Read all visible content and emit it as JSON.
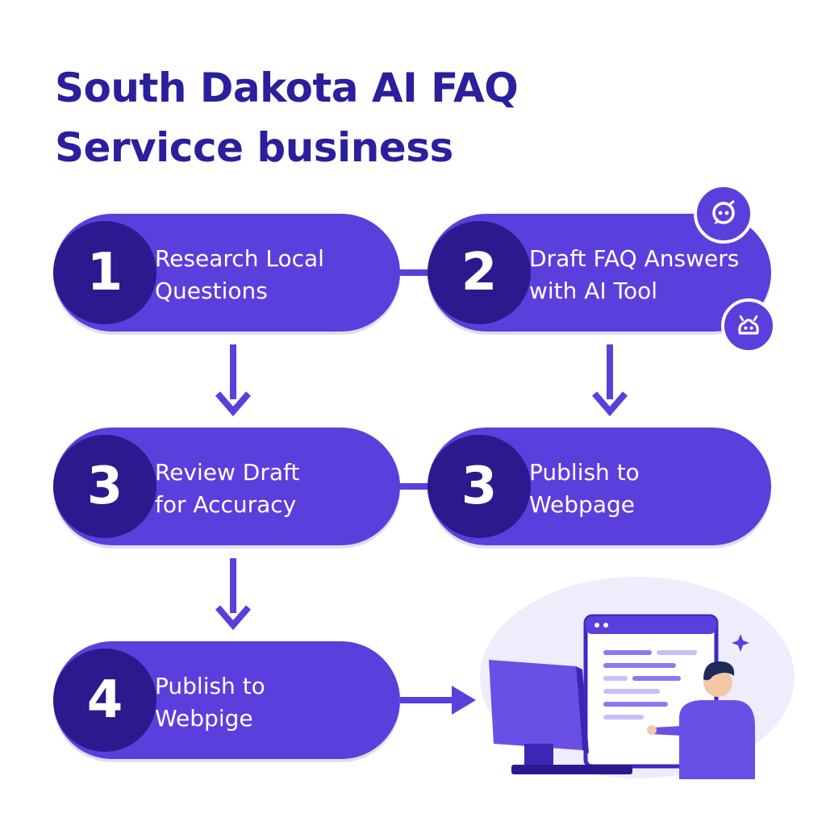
{
  "title": {
    "line1": "South Dakota AI FAQ",
    "line2": "Servicce business"
  },
  "steps": [
    {
      "number": "1",
      "line1": "Research Local",
      "line2": "Questions"
    },
    {
      "number": "2",
      "line1": "Draft FAQ Answers",
      "line2": "with AI Tool"
    },
    {
      "number": "3",
      "line1": "Review Draft",
      "line2": "for Accuracy"
    },
    {
      "number": "3",
      "line1": "Publish to",
      "line2": "Webpage"
    },
    {
      "number": "4",
      "line1": "Publish to",
      "line2": "Webpige"
    }
  ],
  "icons": {
    "chat": "chat-bubble-icon",
    "robot": "robot-face-icon",
    "sparkle": "sparkle-icon",
    "illustration": "person-at-computer-illustration"
  },
  "colors": {
    "title": "#2a1f9c",
    "pill": "#5b3fdc",
    "badge": "#2b1a8e",
    "arrow": "#5b3fdc"
  }
}
